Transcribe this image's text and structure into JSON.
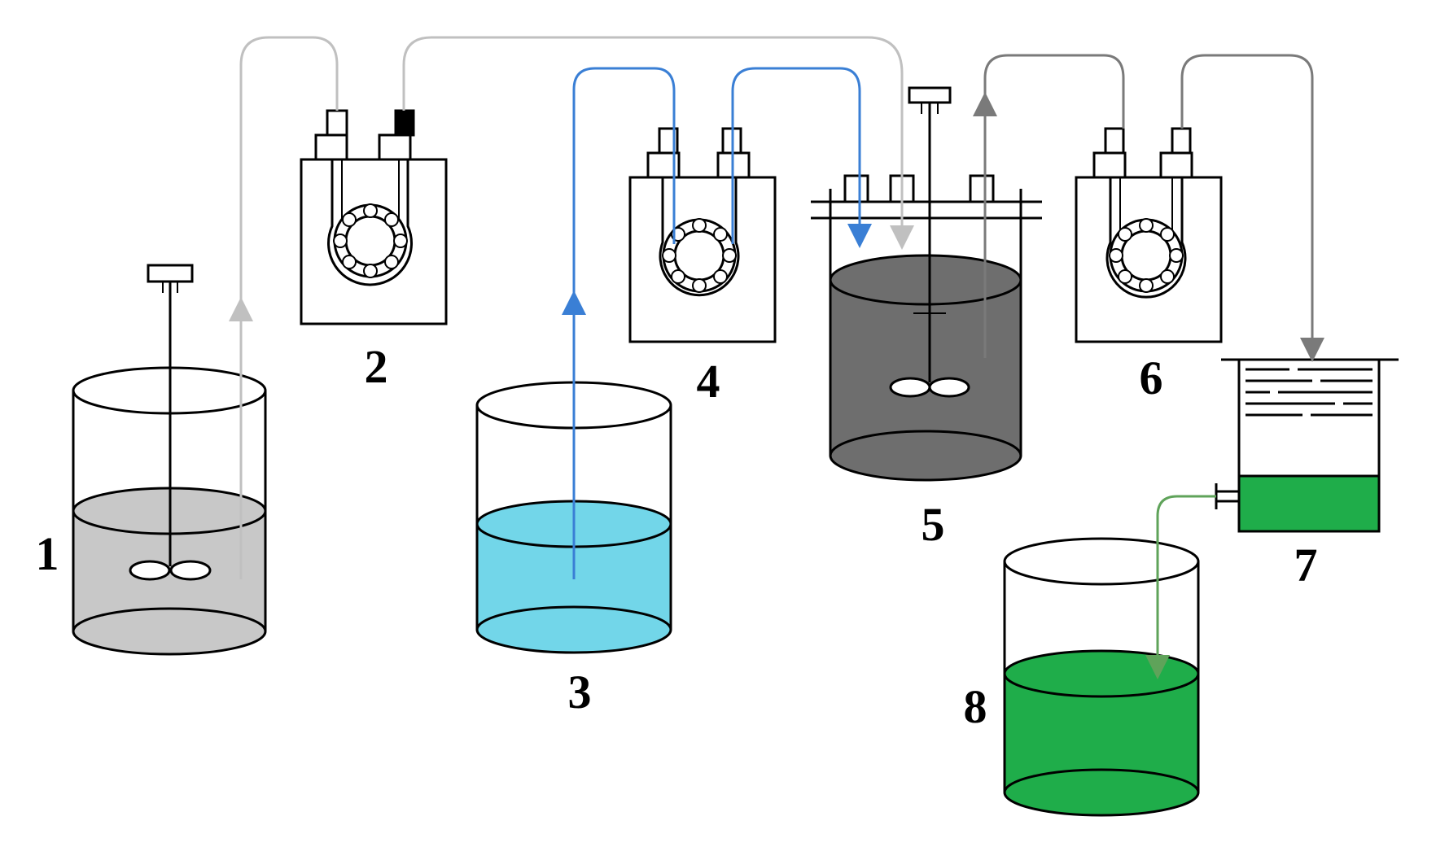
{
  "labels": {
    "vessel_1": "1",
    "pump_2": "2",
    "vessel_3": "3",
    "pump_4": "4",
    "reactor_5": "5",
    "pump_6": "6",
    "settler_7": "7",
    "vessel_8": "8"
  },
  "colors": {
    "background": "#ffffff",
    "outline": "#000000",
    "gray_liquid": "#c8c8c8",
    "reactor_liquid": "#6e6e6e",
    "blue_liquid": "#72d6e9",
    "green_liquid": "#1fad4a",
    "light_gray_tube": "#c0c0c0",
    "blue_tube": "#3a7fd5",
    "dark_gray_tube": "#7a7a7a",
    "green_tube": "#5fa35a"
  },
  "icons": {
    "stirrer": "stirrer-icon",
    "peristaltic_pump": "peristaltic-pump-icon",
    "flow_arrow": "flow-arrow-icon"
  }
}
